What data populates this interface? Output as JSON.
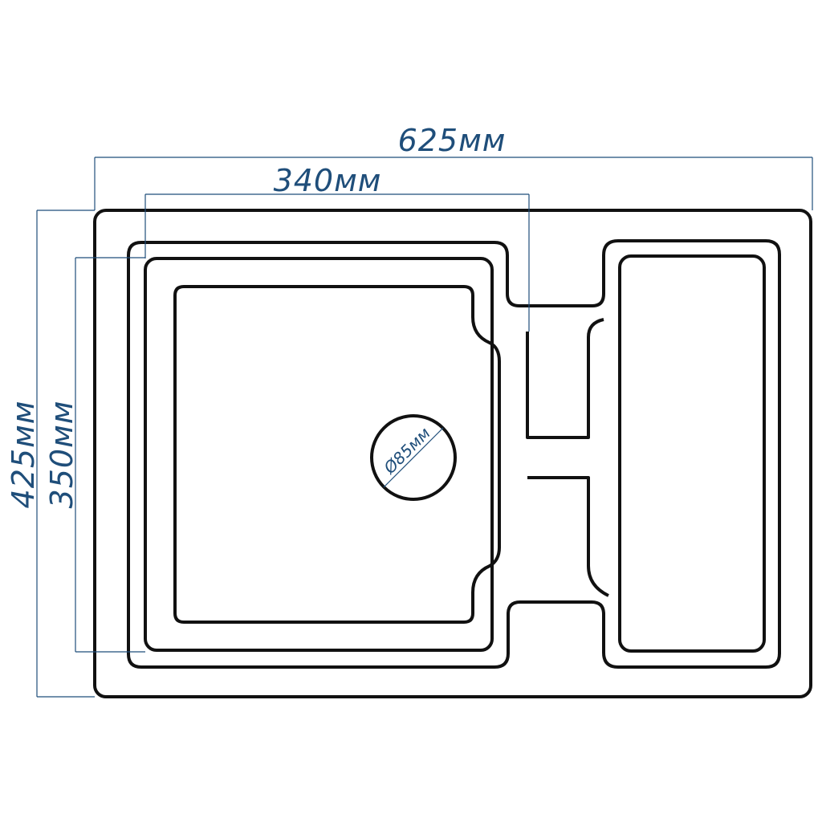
{
  "dimensions": {
    "total_width": "625мм",
    "bowl_width": "340мм",
    "total_height": "425мм",
    "bowl_height": "350мм",
    "drain_diameter": "Ø85мм"
  },
  "colors": {
    "outline": "#111111",
    "dimension": "#1f4e7a"
  }
}
